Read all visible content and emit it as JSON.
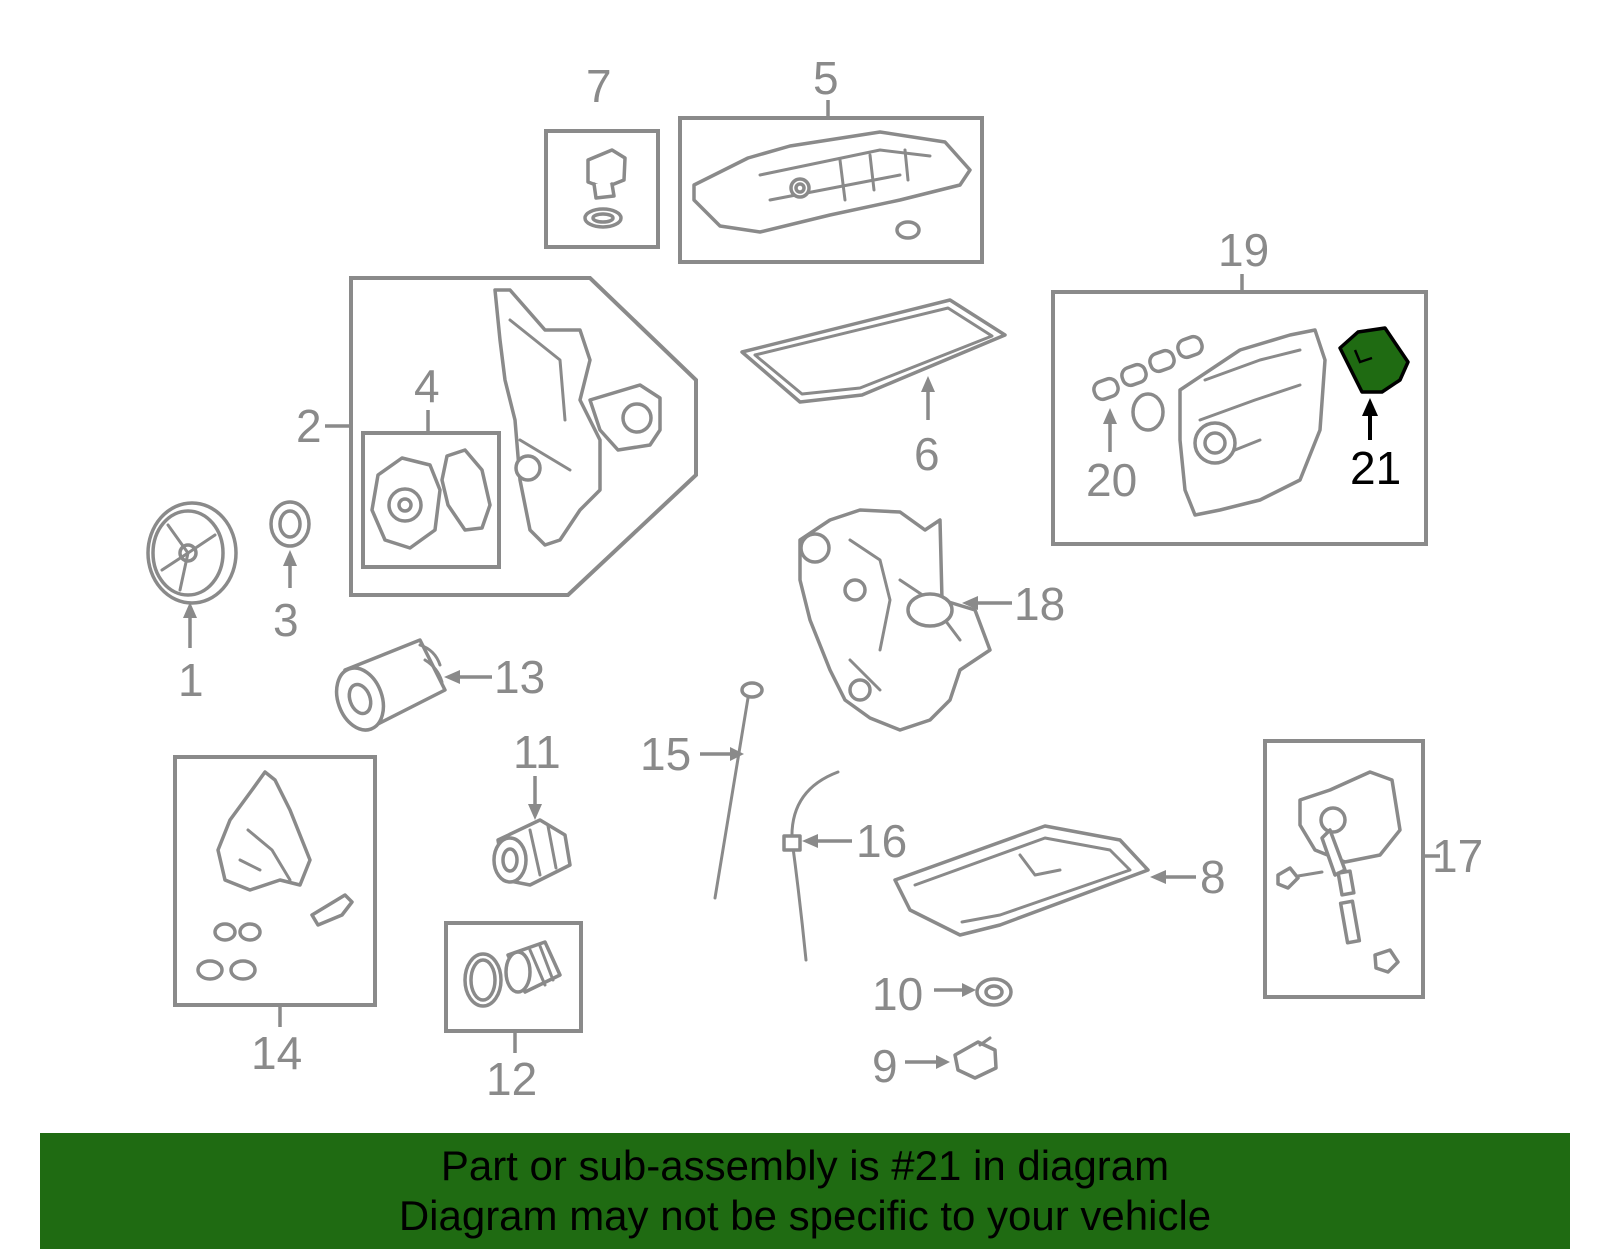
{
  "labels": {
    "l1": "1",
    "l2": "2",
    "l3": "3",
    "l4": "4",
    "l5": "5",
    "l6": "6",
    "l7": "7",
    "l8": "8",
    "l9": "9",
    "l10": "10",
    "l11": "11",
    "l12": "12",
    "l13": "13",
    "l14": "14",
    "l15": "15",
    "l16": "16",
    "l17": "17",
    "l18": "18",
    "l19": "19",
    "l20": "20",
    "l21": "21"
  },
  "highlight_part": "21",
  "banner": {
    "line1": "Part or sub-assembly is #21 in diagram",
    "line2": "Diagram may not be specific to your vehicle"
  },
  "colors": {
    "line": "#8a8a8a",
    "highlight_fill": "#1f6b12",
    "banner_bg": "#1f6b12",
    "text_highlight": "#000000"
  }
}
